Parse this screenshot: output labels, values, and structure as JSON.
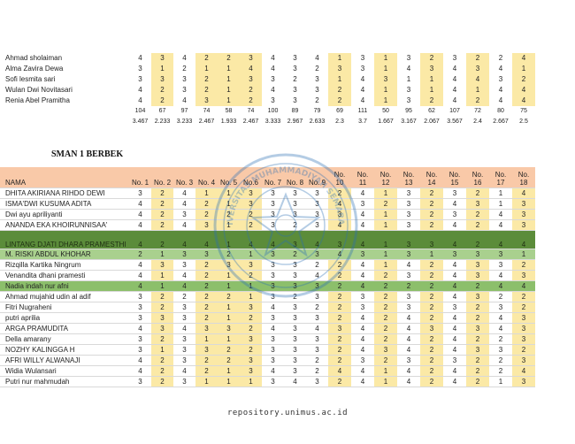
{
  "top_table": {
    "rows": [
      {
        "name": "Ahmad sholaiman",
        "values": [
          "4",
          "3",
          "4",
          "2",
          "2",
          "3",
          "4",
          "3",
          "4",
          "1",
          "3",
          "1",
          "3",
          "2",
          "3",
          "2",
          "2",
          "4"
        ]
      },
      {
        "name": "Alma Zavira Dewa",
        "values": [
          "3",
          "1",
          "2",
          "1",
          "1",
          "4",
          "4",
          "3",
          "2",
          "3",
          "3",
          "1",
          "4",
          "3",
          "4",
          "3",
          "4",
          "1"
        ]
      },
      {
        "name": "Sofi lesmita sari",
        "values": [
          "3",
          "3",
          "3",
          "2",
          "1",
          "3",
          "3",
          "2",
          "3",
          "1",
          "4",
          "3",
          "1",
          "1",
          "4",
          "4",
          "3",
          "2"
        ]
      },
      {
        "name": "Wulan Dwi Novitasari",
        "values": [
          "4",
          "2",
          "3",
          "2",
          "1",
          "2",
          "4",
          "3",
          "3",
          "2",
          "4",
          "1",
          "3",
          "1",
          "4",
          "1",
          "4",
          "4"
        ]
      },
      {
        "name": "Renia Abel Pramitha",
        "values": [
          "4",
          "2",
          "4",
          "3",
          "1",
          "2",
          "3",
          "3",
          "2",
          "2",
          "4",
          "1",
          "3",
          "2",
          "4",
          "2",
          "4",
          "4"
        ]
      }
    ],
    "sum_row": [
      "104",
      "67",
      "97",
      "74",
      "58",
      "74",
      "100",
      "89",
      "79",
      "69",
      "111",
      "50",
      "95",
      "62",
      "107",
      "72",
      "80",
      "75"
    ],
    "mean_row": [
      "3.467",
      "2.233",
      "3.233",
      "2.467",
      "1.933",
      "2.467",
      "3.333",
      "2.967",
      "2.633",
      "2.3",
      "3.7",
      "1.667",
      "3.167",
      "2.067",
      "3.567",
      "2.4",
      "2.667",
      "2.5"
    ]
  },
  "school_title": "SMAN 1 BERBEK",
  "main_table": {
    "header_name": "NAMA",
    "headers": [
      "No. 1",
      "No. 2",
      "No. 3",
      "No. 4",
      "No. 5",
      "No.6",
      "No. 7",
      "No. 8",
      "No. 9",
      "No. 10",
      "No. 11",
      "No. 12",
      "No. 13",
      "No. 14",
      "No. 15",
      "No. 16",
      "No. 17",
      "No. 18"
    ],
    "rows": [
      {
        "name": "DHITA AKIRIANA RIHDO DEWI",
        "style": "",
        "values": [
          "3",
          "2",
          "4",
          "1",
          "1",
          "3",
          "3",
          "3",
          "3",
          "2",
          "4",
          "1",
          "3",
          "2",
          "3",
          "2",
          "1",
          "4"
        ]
      },
      {
        "name": "ISMA'DWI KUSUMA ADITA",
        "style": "",
        "values": [
          "4",
          "2",
          "4",
          "2",
          "1",
          "3",
          "3",
          "3",
          "3",
          "4",
          "3",
          "2",
          "3",
          "2",
          "4",
          "3",
          "1",
          "3"
        ]
      },
      {
        "name": "Dwi ayu apriliyanti",
        "style": "",
        "values": [
          "4",
          "2",
          "3",
          "2",
          "2",
          "2",
          "3",
          "3",
          "3",
          "3",
          "4",
          "1",
          "3",
          "2",
          "3",
          "2",
          "4",
          "3"
        ]
      },
      {
        "name": "ANANDA EKA KHOIRUNNISAA'",
        "style": "",
        "values": [
          "4",
          "2",
          "4",
          "3",
          "1",
          "2",
          "3",
          "2",
          "3",
          "4",
          "4",
          "1",
          "3",
          "2",
          "4",
          "2",
          "4",
          "3"
        ]
      },
      {
        "name": "LINTANG DJATI DHARA PRAMESTHI",
        "style": "r-dark",
        "values": [
          "4",
          "2",
          "4",
          "4",
          "1",
          "4",
          "4",
          "3",
          "4",
          "3",
          "4",
          "1",
          "3",
          "3",
          "4",
          "2",
          "4",
          "4"
        ]
      },
      {
        "name": "M. RISKI ABDUL KHOHAR",
        "style": "r-light",
        "values": [
          "2",
          "1",
          "3",
          "3",
          "2",
          "1",
          "3",
          "2",
          "3",
          "4",
          "3",
          "1",
          "3",
          "1",
          "3",
          "3",
          "3",
          "1"
        ]
      },
      {
        "name": "Rizqilla Kartika Ningrum",
        "style": "",
        "values": [
          "4",
          "3",
          "3",
          "2",
          "3",
          "3",
          "3",
          "3",
          "2",
          "2",
          "4",
          "1",
          "4",
          "2",
          "4",
          "3",
          "3",
          "2"
        ]
      },
      {
        "name": "Venandita dhani pramesti",
        "style": "",
        "values": [
          "4",
          "1",
          "4",
          "2",
          "1",
          "2",
          "3",
          "3",
          "4",
          "2",
          "4",
          "2",
          "3",
          "2",
          "4",
          "3",
          "4",
          "3"
        ]
      },
      {
        "name": "Nadia indah nur afni",
        "style": "r-mid",
        "values": [
          "4",
          "1",
          "4",
          "2",
          "1",
          "1",
          "3",
          "3",
          "3",
          "2",
          "4",
          "2",
          "2",
          "2",
          "4",
          "2",
          "4",
          "4"
        ]
      },
      {
        "name": "Ahmad mujahid udin al adif",
        "style": "",
        "values": [
          "3",
          "2",
          "2",
          "2",
          "2",
          "1",
          "3",
          "2",
          "3",
          "2",
          "3",
          "2",
          "3",
          "2",
          "4",
          "3",
          "2",
          "2"
        ]
      },
      {
        "name": "Fitri Nugraheni",
        "style": "",
        "values": [
          "3",
          "2",
          "3",
          "2",
          "1",
          "3",
          "4",
          "3",
          "2",
          "2",
          "3",
          "2",
          "3",
          "2",
          "3",
          "2",
          "3",
          "2"
        ]
      },
      {
        "name": "putri aprilia",
        "style": "",
        "values": [
          "3",
          "3",
          "3",
          "2",
          "1",
          "2",
          "3",
          "3",
          "3",
          "2",
          "4",
          "2",
          "4",
          "2",
          "4",
          "2",
          "4",
          "3"
        ]
      },
      {
        "name": "ARGA PRAMUDITA",
        "style": "",
        "values": [
          "4",
          "3",
          "4",
          "3",
          "3",
          "2",
          "4",
          "3",
          "4",
          "3",
          "4",
          "2",
          "4",
          "3",
          "4",
          "3",
          "4",
          "3"
        ]
      },
      {
        "name": "Della amarany",
        "style": "",
        "values": [
          "3",
          "2",
          "3",
          "1",
          "1",
          "3",
          "3",
          "3",
          "3",
          "2",
          "4",
          "2",
          "4",
          "2",
          "4",
          "2",
          "2",
          "3"
        ]
      },
      {
        "name": "NOZHY KALINGGA H",
        "style": "",
        "values": [
          "3",
          "1",
          "3",
          "3",
          "2",
          "2",
          "3",
          "3",
          "3",
          "2",
          "4",
          "3",
          "4",
          "2",
          "4",
          "3",
          "3",
          "2"
        ]
      },
      {
        "name": "AFRI WILLY ALWANAJI",
        "style": "",
        "values": [
          "4",
          "2",
          "3",
          "2",
          "2",
          "3",
          "3",
          "3",
          "2",
          "2",
          "3",
          "2",
          "3",
          "2",
          "3",
          "2",
          "2",
          "3"
        ]
      },
      {
        "name": "Widia Wulansari",
        "style": "",
        "values": [
          "4",
          "2",
          "4",
          "2",
          "1",
          "3",
          "4",
          "3",
          "2",
          "4",
          "4",
          "1",
          "4",
          "2",
          "4",
          "2",
          "2",
          "4"
        ]
      },
      {
        "name": "Putri nur mahmudah",
        "style": "",
        "values": [
          "3",
          "2",
          "3",
          "1",
          "1",
          "1",
          "3",
          "4",
          "3",
          "2",
          "4",
          "1",
          "4",
          "2",
          "4",
          "2",
          "1",
          "3"
        ]
      }
    ]
  },
  "footer_text": "repository.unimus.ac.id",
  "seal_text": "UNIVERSITAS MUHAMMADIYAH SEMARANG",
  "colors": {
    "yellow": "#fbe9a6",
    "header": "#f9c9a8",
    "dark_green": "#5b8c3a",
    "light_green": "#a9d08e",
    "mid_green": "#8cbf6b"
  }
}
